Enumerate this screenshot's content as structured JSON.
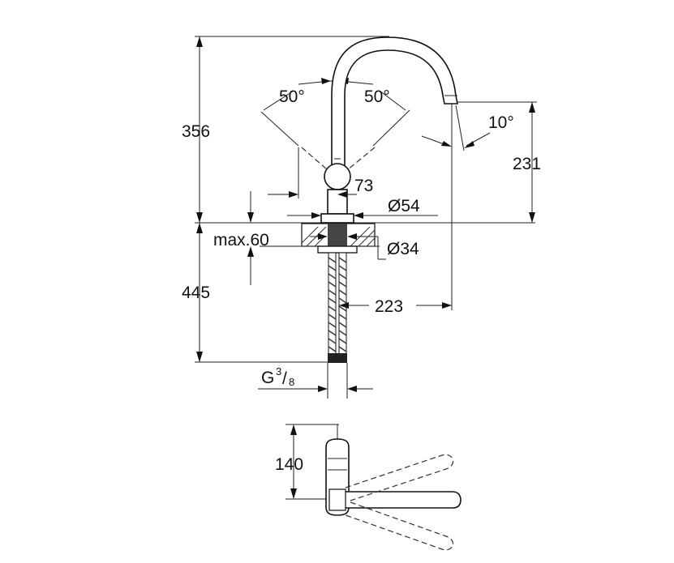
{
  "dimensions": {
    "total_height_above": "356",
    "spout_height": "231",
    "below_counter": "445",
    "max_counter": "max.60",
    "lever_height": "73",
    "base_diameter": "Ø54",
    "hole_diameter": "Ø34",
    "spout_reach": "223",
    "lever_angle_left": "50°",
    "lever_angle_right": "50°",
    "spout_angle": "10°",
    "connection_prefix": "G",
    "connection_num": "3",
    "connection_den": "8",
    "top_view_depth": "140"
  },
  "colors": {
    "line": "#111111",
    "background": "#ffffff"
  }
}
